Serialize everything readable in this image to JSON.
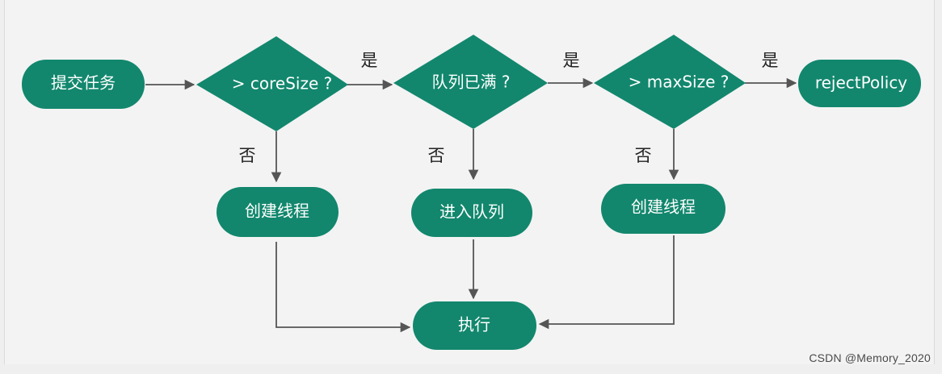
{
  "colors": {
    "node_fill": "#12876d",
    "edge": "#555555",
    "background": "#efefef",
    "text_on_node": "#ffffff"
  },
  "nodes": {
    "submit_task": "提交任务",
    "core_size_check": "> coreSize ?",
    "queue_full_check": "队列已满 ?",
    "max_size_check": "> maxSize ?",
    "reject_policy": "rejectPolicy",
    "create_thread_1": "创建线程",
    "enter_queue": "进入队列",
    "create_thread_2": "创建线程",
    "execute": "执行"
  },
  "edge_labels": {
    "yes_1": "是",
    "yes_2": "是",
    "yes_3": "是",
    "no_1": "否",
    "no_2": "否",
    "no_3": "否"
  },
  "watermark": "CSDN @Memory_2020"
}
